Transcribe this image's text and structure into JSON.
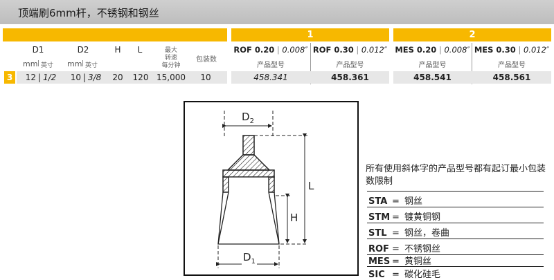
{
  "title": "顶端刷6mm杆，不锈钢和钢丝",
  "groups": {
    "g1": "1",
    "g2": "2"
  },
  "columns": {
    "d1": "D1",
    "d2": "D2",
    "h": "H",
    "l": "L",
    "rpm_line1": "最大",
    "rpm_line2": "转速",
    "rpm_line3": "每分钟",
    "pack": "包装数",
    "d1_mm": "mm",
    "d1_inch": "英寸",
    "d2_mm": "mm",
    "d2_inch": "英寸",
    "rof020": "ROF 0.20",
    "rof020_in": "0.008″",
    "rof030": "ROF 0.30",
    "rof030_in": "0.012″",
    "mes020": "MES 0.20",
    "mes020_in": "0.008″",
    "mes030": "MES 0.30",
    "mes030_in": "0.012″",
    "part_no": "产品型号"
  },
  "row": {
    "index": "3",
    "d1_mm": "12",
    "d1_in": "1/2",
    "d2_mm": "10",
    "d2_in": "3/8",
    "h": "20",
    "l": "120",
    "rpm": "15,000",
    "pack": "10",
    "rof020": "458.341",
    "rof030": "458.361",
    "mes020": "458.541",
    "mes030": "458.561"
  },
  "diagram": {
    "d2": "D",
    "d2_sub": "2",
    "d1": "D",
    "d1_sub": "1",
    "l": "L",
    "h": "H"
  },
  "note": "所有使用斜体字的产品型号都有起订最小包装数限制",
  "legend": [
    {
      "code": "STA",
      "eq": "=",
      "desc": "钢丝"
    },
    {
      "code": "STM",
      "eq": "=",
      "desc": "镀黄铜钢"
    },
    {
      "code": "STL",
      "eq": "=",
      "desc": "钢丝，卷曲"
    },
    {
      "code": "ROF",
      "eq": "=",
      "desc": "不锈钢丝"
    },
    {
      "code": "MES",
      "eq": "=",
      "desc": "黄铜丝"
    },
    {
      "code": "SIC",
      "eq": "=",
      "desc": "碳化硅毛"
    }
  ],
  "colors": {
    "accent": "#f7b800",
    "row_bg": "#e7e7e7",
    "title_bg": "#c6c6c6"
  }
}
